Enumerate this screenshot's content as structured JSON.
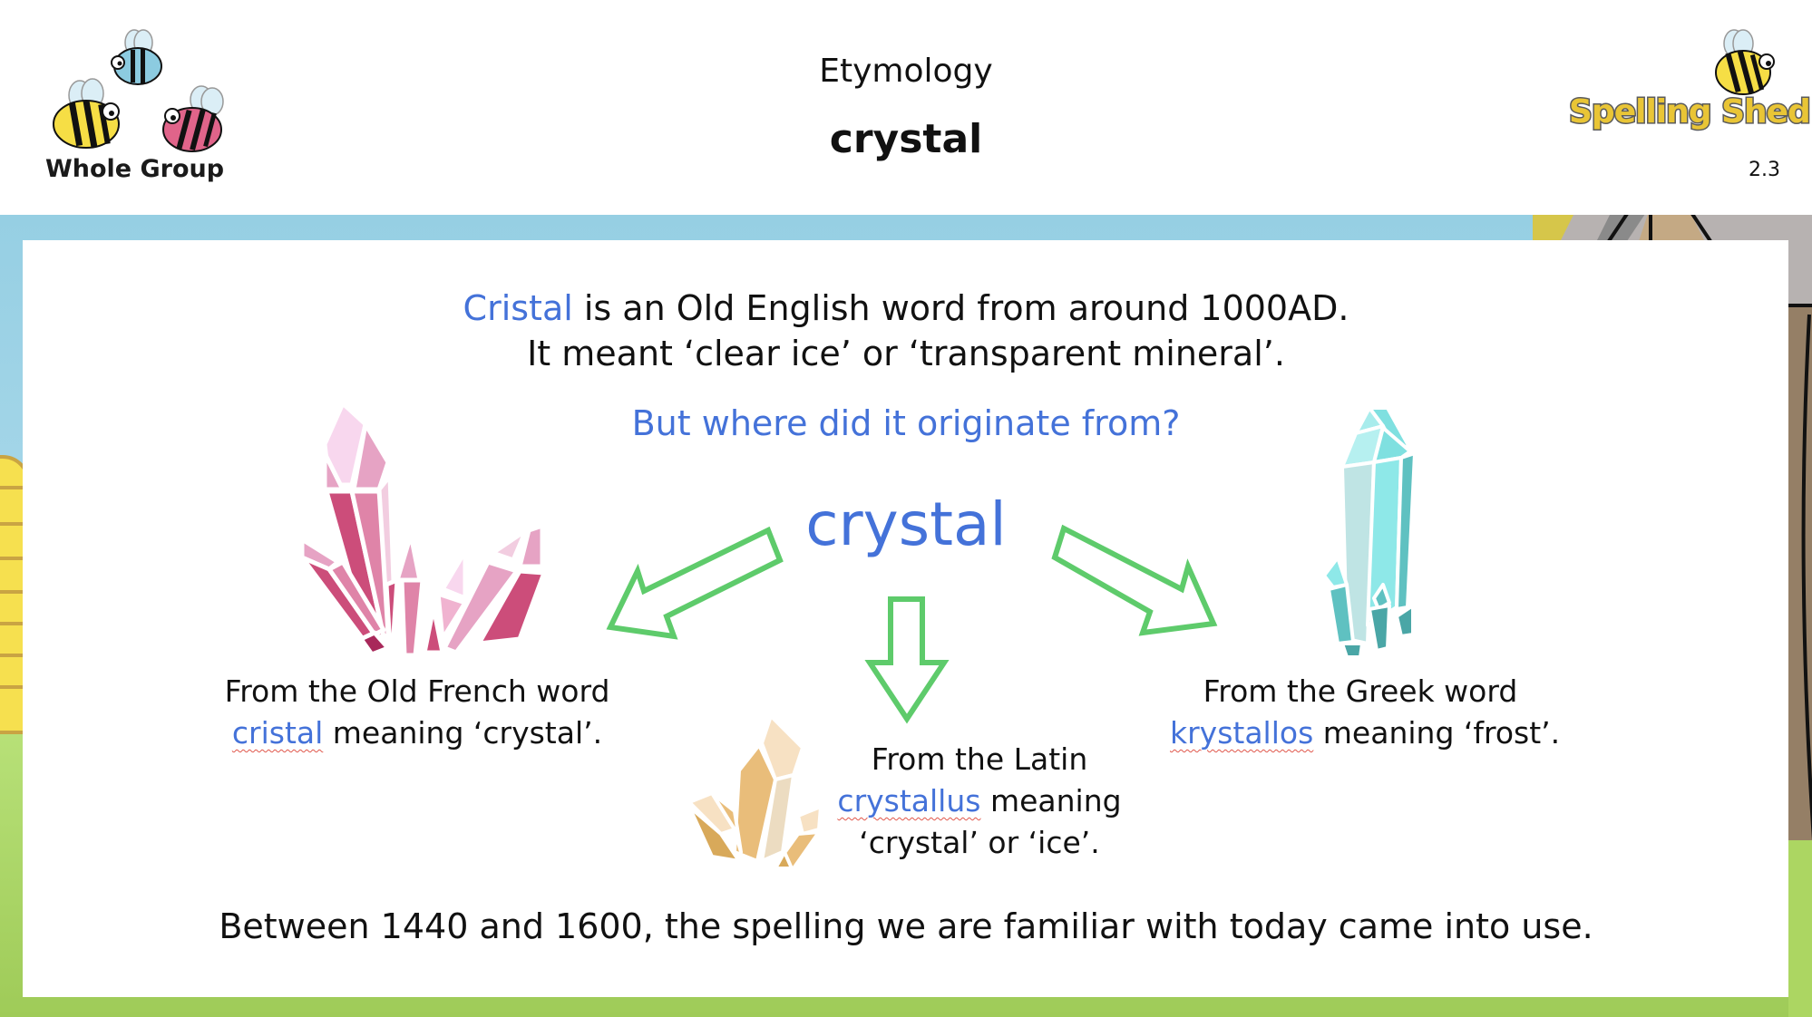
{
  "header": {
    "group_label": "Whole Group",
    "subtitle": "Etymology",
    "word": "crystal",
    "brand": "Spelling Shed",
    "slide_number": "2.3"
  },
  "intro": {
    "highlight_word": "Cristal",
    "line1_rest": " is an Old English word from around 1000AD.",
    "line2": "It meant ‘clear ice’ or ‘transparent mineral’."
  },
  "question": "But where did it originate from?",
  "center_word": "crystal",
  "origins": [
    {
      "line1": "From the Old French word",
      "word": "cristal",
      "line2_rest": " meaning ‘crystal’.",
      "icon": "pink-crystal-icon"
    },
    {
      "line1": "From the Latin",
      "word": "crystallus",
      "line2_rest": " meaning",
      "line3": "‘crystal’ or ‘ice’.",
      "icon": "orange-crystal-icon"
    },
    {
      "line1": "From the Greek word",
      "word": "krystallos",
      "line2_rest": " meaning ‘frost’.",
      "icon": "cyan-crystal-icon"
    }
  ],
  "footer": "Between 1440 and 1600, the spelling we are familiar with today came into use.",
  "colors": {
    "accent_blue": "#4472d9",
    "arrow_green": "#5ecb6b",
    "sky": "#96cfe3",
    "grass": "#9fcb58"
  }
}
